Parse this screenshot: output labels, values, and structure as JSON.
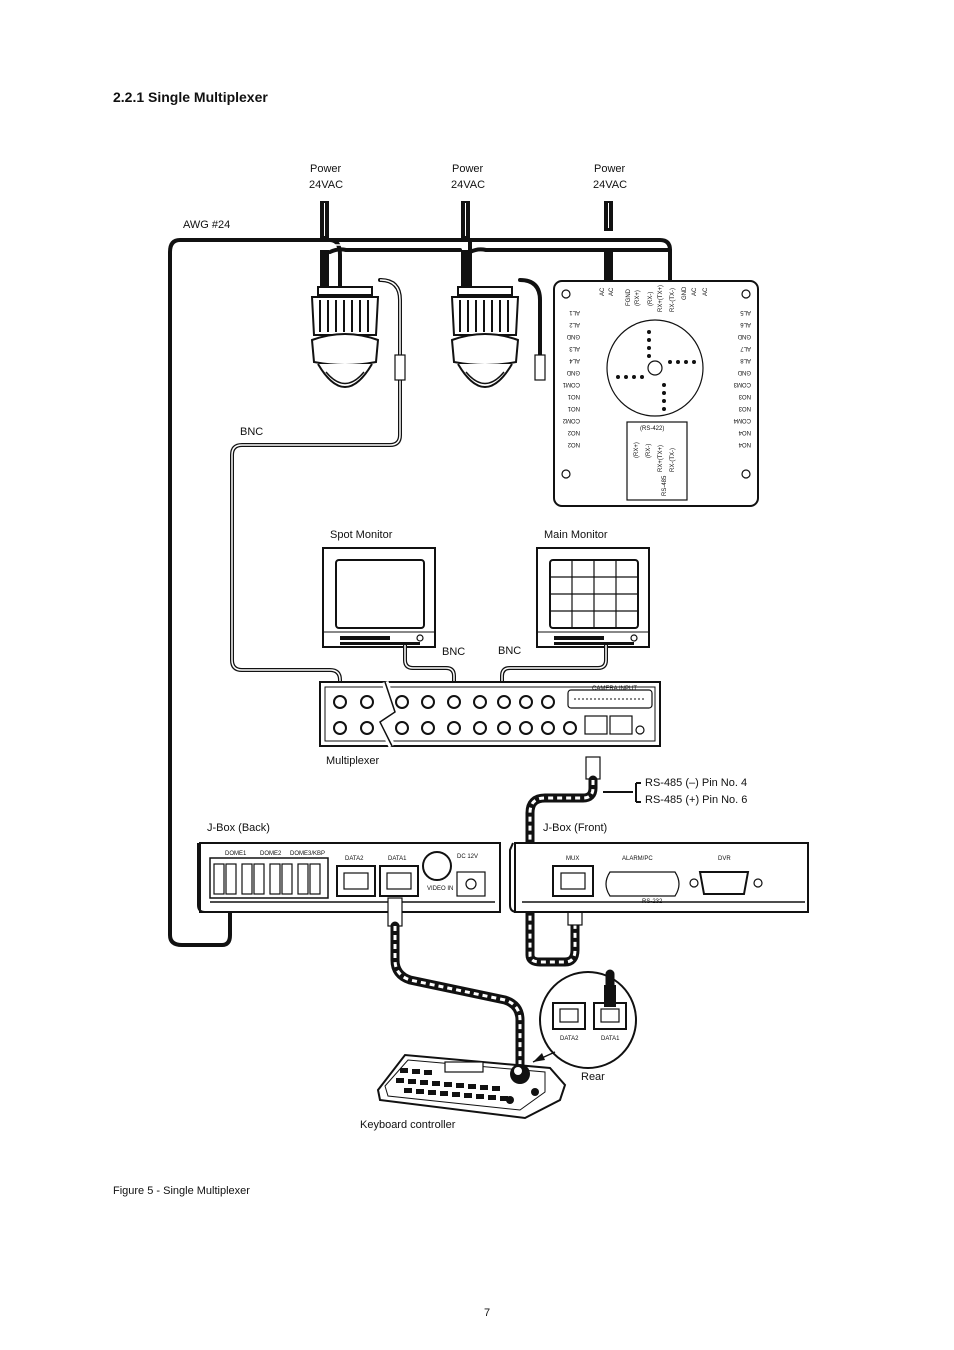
{
  "heading": "2.2.1  Single Multiplexer",
  "caption": "Figure 5 - Single Multiplexer",
  "page_number": "7",
  "labels": {
    "power1_line1": "Power",
    "power1_line2": "24VAC",
    "power2_line1": "Power",
    "power2_line2": "24VAC",
    "power3_line1": "Power",
    "power3_line2": "24VAC",
    "awg": "AWG #24",
    "bnc_camera": "BNC",
    "spot_monitor": "Spot Monitor",
    "main_monitor": "Main Monitor",
    "bnc_spot": "BNC",
    "bnc_main": "BNC",
    "multiplexer": "Multiplexer",
    "rs485_minus": "RS-485 (–) Pin No. 4",
    "rs485_plus": "RS-485 (+) Pin No. 6",
    "jbox_back": "J-Box (Back)",
    "jbox_front": "J-Box (Front)",
    "rear": "Rear",
    "keyboard": "Keyboard controller"
  },
  "terminal_board": {
    "top_pins": [
      "AC",
      "AC",
      "FGND",
      "(RX+)",
      "(RX-)",
      "RX+(TX+)",
      "RX-(TX-)",
      "GND",
      "AC",
      "AC"
    ],
    "left_pins": [
      "AL1",
      "AL2",
      "GND",
      "AL3",
      "AL4",
      "GND",
      "COM1",
      "NO1",
      "NO1",
      "COM2",
      "NO2",
      "NO2"
    ],
    "right_pins": [
      "AL5",
      "AL6",
      "GND",
      "AL7",
      "AL8",
      "GND",
      "COM3",
      "NO3",
      "NO3",
      "COM4",
      "NO4",
      "NO4"
    ],
    "rs422_label": "(RS-422)",
    "rs422_pins": [
      "(RX+)",
      "(RX-)",
      "RX+(TX+)",
      "RX-(TX-)"
    ],
    "rs485_label": "RS-485"
  },
  "jbox_back_panel": {
    "groups": [
      "DOME1",
      "DOME2",
      "DOME3/KBP"
    ],
    "ports": [
      "DATA2",
      "DATA1"
    ],
    "video_label": "VIDEO IN",
    "power_label": "DC 12V"
  },
  "jbox_front_panel": {
    "ports": [
      "MUX",
      "ALARM/PC",
      "DVR"
    ],
    "sub_label": "RS-232"
  },
  "keyboard_rear": {
    "ports": [
      "DATA2",
      "DATA1"
    ]
  },
  "multiplexer_panel": {
    "port_label": "CAMERA INPUT"
  }
}
